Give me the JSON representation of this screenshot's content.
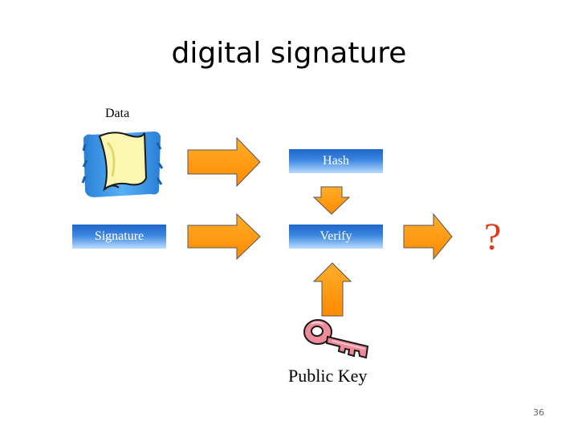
{
  "slide": {
    "title": "digital signature",
    "page_number": "36"
  },
  "diagram": {
    "data_label": "Data",
    "hash_label": "Hash",
    "signature_label": "Signature",
    "verify_label": "Verify",
    "result_label": "?",
    "public_key_label": "Public Key"
  },
  "colors": {
    "arrow_fill": "#ffa500",
    "box_gradient_top": "#1f66c9",
    "box_gradient_bottom": "#b9dcff",
    "result_color": "#e03a1a"
  },
  "icons": [
    "document-scroll-icon",
    "key-icon",
    "arrow-right-icon",
    "arrow-down-icon",
    "arrow-up-icon"
  ]
}
